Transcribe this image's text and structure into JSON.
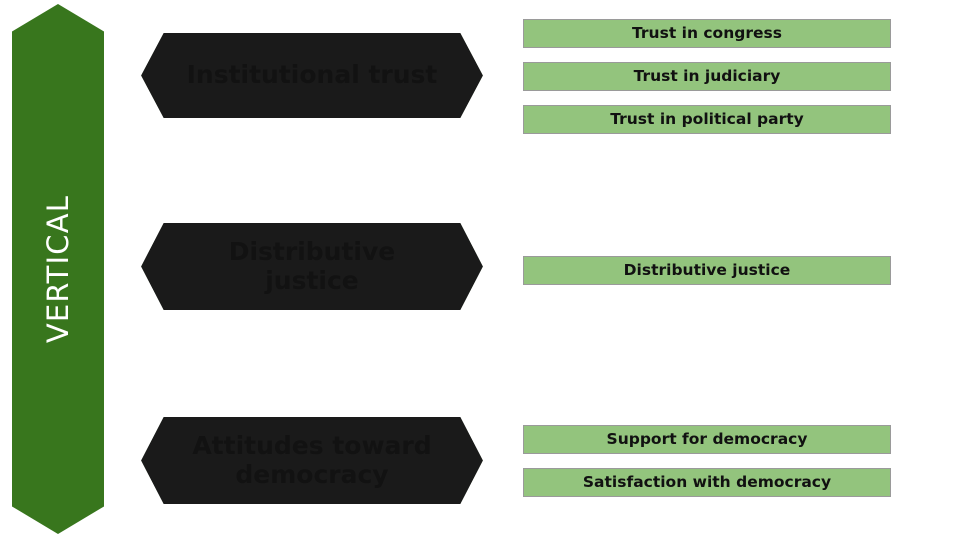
{
  "axis": {
    "label": "VERTICAL",
    "color": "#38761d",
    "text_color": "#ffffff",
    "icon": "double-headed-vertical-arrow"
  },
  "theme": {
    "hexagon_fill": "#d9ead3",
    "hexagon_border": "#1a1a1a",
    "bar_fill": "#93c47d",
    "bar_border": "#9a9a9a",
    "text_color": "#111111",
    "background": "#ffffff"
  },
  "groups": [
    {
      "id": "institutional-trust",
      "title": "Institutional trust",
      "indicators": [
        "Trust in congress",
        "Trust in judiciary",
        "Trust in political party"
      ]
    },
    {
      "id": "distributive-justice",
      "title": "Distributive\njustice",
      "indicators": [
        "Distributive justice"
      ]
    },
    {
      "id": "attitudes-toward-democracy",
      "title": "Attitudes toward\ndemocracy",
      "indicators": [
        "Support for democracy",
        "Satisfaction with democracy"
      ]
    }
  ]
}
